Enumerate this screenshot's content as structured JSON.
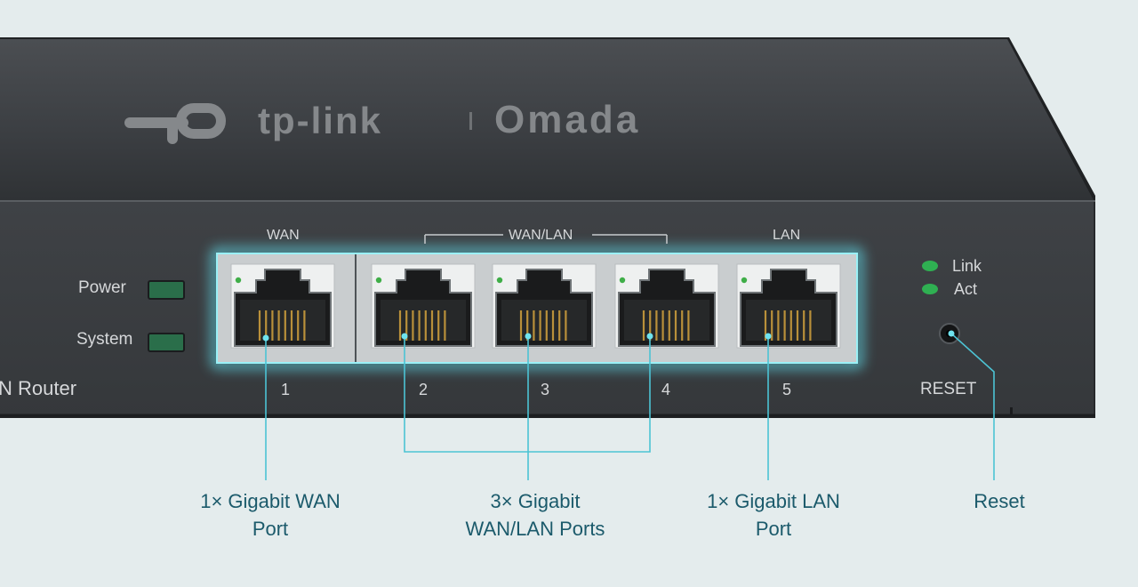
{
  "brand": {
    "logo": "tp-link",
    "sub_brand": "Omada"
  },
  "device": {
    "model_fragment": "N Router",
    "indicators": [
      {
        "label": "Power",
        "color": "#2a6e4a"
      },
      {
        "label": "System",
        "color": "#2a6e4a"
      }
    ],
    "group_labels": {
      "wan": "WAN",
      "wan_lan": "WAN/LAN",
      "lan": "LAN"
    },
    "ports": [
      "1",
      "2",
      "3",
      "4",
      "5"
    ],
    "status_leds": [
      {
        "label": "Link",
        "color": "#2fb052"
      },
      {
        "label": "Act",
        "color": "#2fb052"
      }
    ],
    "reset_label": "RESET"
  },
  "callouts": {
    "wan": {
      "line1": "1× Gigabit WAN",
      "line2": "Port"
    },
    "wan_lan": {
      "line1": "3× Gigabit",
      "line2": "WAN/LAN Ports"
    },
    "lan": {
      "line1": "1× Gigabit LAN",
      "line2": "Port"
    },
    "reset": {
      "line1": "Reset"
    }
  },
  "colors": {
    "background": "#e4eced",
    "chassis": "#3a3d41",
    "glow": "#5fd8e6",
    "callout_line": "#4cc3d4",
    "callout_text": "#1b5a6b"
  }
}
